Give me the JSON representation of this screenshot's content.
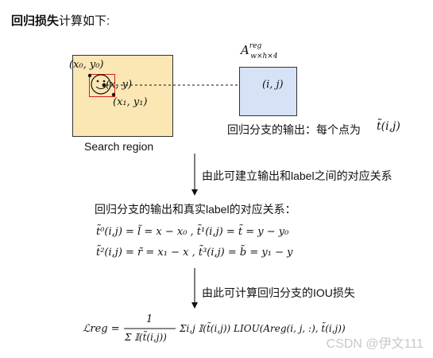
{
  "heading": {
    "bold": "回归损失",
    "rest": "计算如下:"
  },
  "diagram": {
    "anchor_label": "A",
    "anchor_sup": "reg",
    "anchor_sub": "w×h×4",
    "pt0": "(x₀, y₀)",
    "center": "(x, y)",
    "pt1": "(x₁, y₁)",
    "search_region": "Search region",
    "ij": "(i, j)",
    "output_caption": "回归分支的输出：每个点为",
    "output_symbol": "t̃(i,j)"
  },
  "steps": {
    "step1": "由此可建立输出和label之间的对应关系",
    "relation_title": "回归分支的输出和真实label的对应关系：",
    "eq1": "t̃⁰(i,j) = l̃ = x − x₀ ,  t̃¹(i,j) = t̃ = y − y₀",
    "eq2": "t̃²(i,j) = r̃ = x₁ − x ,  t̃³(i,j) = b̃ = y₁ − y",
    "step2": "由此可计算回归分支的IOU损失",
    "loss_lhs": "ℒreg =",
    "loss_num": "1",
    "loss_den": "Σ 𝕀(t̃(i,j))",
    "loss_rhs": "Σi,j 𝕀(t̃(i,j)) LIOU(Areg(i, j, :), t̃(i,j))"
  },
  "watermark": "CSDN @伊文111"
}
